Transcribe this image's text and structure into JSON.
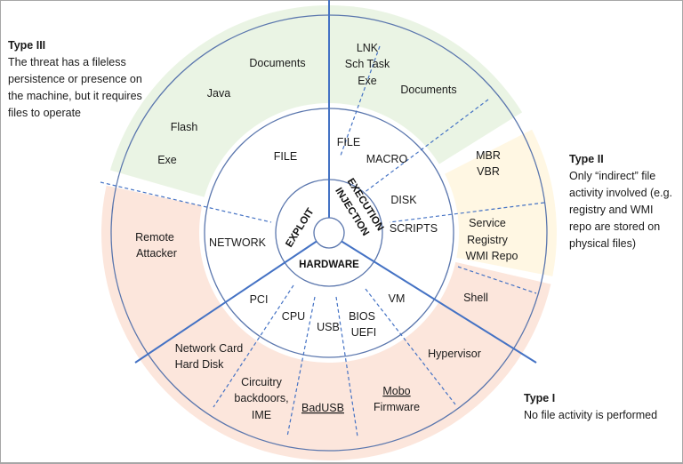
{
  "diagram": {
    "core_categories": [
      "EXPLOIT",
      "EXECUTION",
      "INJECTION",
      "HARDWARE"
    ],
    "inner_ring": {
      "file": "FILE",
      "file2": "FILE",
      "macro": "MACRO",
      "disk": "DISK",
      "scripts": "SCRIPTS",
      "network": "NETWORK",
      "pci": "PCI",
      "cpu": "CPU",
      "usb": "USB",
      "bios": "BIOS",
      "uefi": "UEFI",
      "vm": "VM"
    },
    "outer_ring": {
      "documents_left": "Documents",
      "java": "Java",
      "flash": "Flash",
      "exe_left": "Exe",
      "lnk": "LNK",
      "sch_task": "Sch Task",
      "exe_top": "Exe",
      "documents_right": "Documents",
      "mbr": "MBR",
      "vbr": "VBR",
      "service": "Service",
      "registry": "Registry",
      "wmi_repo": "WMI Repo",
      "shell": "Shell",
      "hypervisor": "Hypervisor",
      "mobo": "Mobo",
      "firmware": "Firmware",
      "badusb": "BadUSB",
      "circuitry": "Circuitry",
      "backdoors": "backdoors,",
      "ime": "IME",
      "network_card": "Network Card",
      "hard_disk": "Hard Disk",
      "remote": "Remote",
      "attacker": "Attacker"
    },
    "colors": {
      "type3_green": "#eaf4e4",
      "type2_yellow": "#fff7e3",
      "type1_salmon": "#fce6dc",
      "line_blue": "#4472c4",
      "circle_blue": "#5a76ad"
    }
  },
  "notes": {
    "type3": {
      "title": "Type III",
      "lines": [
        "The threat has a fileless",
        "persistence or presence on",
        "the machine, but it requires",
        "files to operate"
      ]
    },
    "type2": {
      "title": "Type II",
      "lines": [
        "Only “indirect” file",
        "activity involved (e.g.",
        "registry and WMI",
        "repo are stored on",
        "physical files)"
      ]
    },
    "type1": {
      "title": "Type I",
      "lines": [
        "No file activity is performed"
      ]
    }
  }
}
